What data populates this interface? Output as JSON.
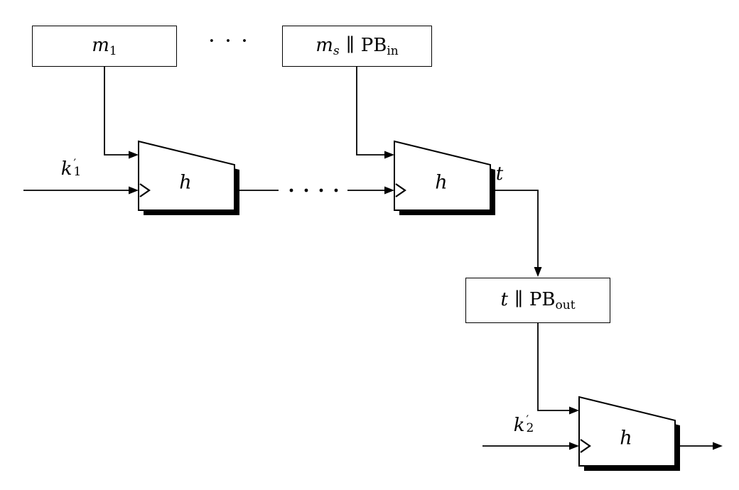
{
  "figure": {
    "type": "hash-chain-diagram",
    "boxes": {
      "m1": {
        "var": "m",
        "sub": "1"
      },
      "ms": {
        "var": "m",
        "sub": "s",
        "concat": "∥",
        "pb": "PB",
        "pb_sub": "in"
      },
      "t": {
        "var": "t",
        "concat": "∥",
        "pb": "PB",
        "pb_sub": "out"
      }
    },
    "labels": {
      "ellipsis_top": "· · ·",
      "k1": {
        "var": "k",
        "prime": "′",
        "sub": "1"
      },
      "k2": {
        "var": "k",
        "prime": "′",
        "sub": "2"
      },
      "t_out": "t",
      "h1": "h",
      "h2": "h",
      "h3": "h"
    },
    "colors": {
      "ink": "#000000",
      "background": "#ffffff"
    }
  }
}
